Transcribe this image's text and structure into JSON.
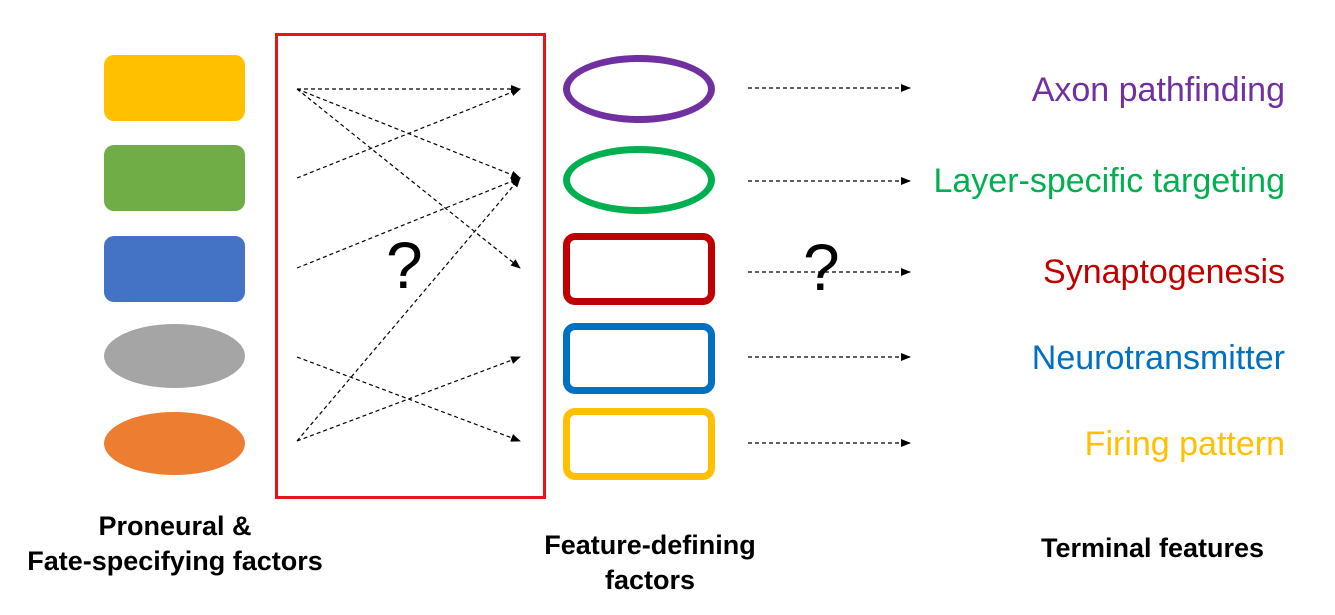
{
  "colors": {
    "src_yellow": "#ffc000",
    "src_green": "#70ad47",
    "src_blue": "#4472c4",
    "src_gray": "#a5a5a5",
    "src_orange": "#ed7d31",
    "purple": "#7030a0",
    "green": "#00b050",
    "red": "#c00000",
    "blue": "#0070c0",
    "yellow": "#ffc000",
    "box": "#e8141b"
  },
  "question_marks": [
    "?",
    "?"
  ],
  "features": [
    {
      "label": "Axon pathfinding"
    },
    {
      "label": "Layer-specific targeting"
    },
    {
      "label": "Synaptogenesis"
    },
    {
      "label": "Neurotransmitter"
    },
    {
      "label": "Firing pattern"
    }
  ],
  "captions": {
    "left_line1": "Proneural &",
    "left_line2": "Fate-specifying factors",
    "middle_line1": "Feature-defining",
    "middle_line2": "factors",
    "right": "Terminal features"
  }
}
